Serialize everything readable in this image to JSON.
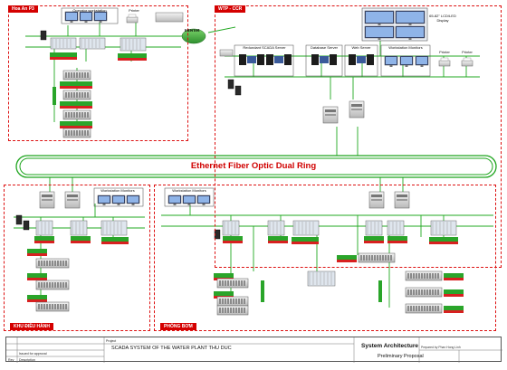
{
  "zones": {
    "hoa_an": "Hoa An P3",
    "wtp_ccr": "WTP - CCR",
    "khu_dieu_hanh": "KHU ĐIỀU HÀNH",
    "phong_bom": "PHÒNG BƠM"
  },
  "network": {
    "ring_title": "Ethernet Fiber Optic Dual Ring",
    "internet": "Internet"
  },
  "labels": {
    "operator_ws": "Operator workstation",
    "printer": "Printer",
    "redundant_scada": "Redundant SCADA Server",
    "database_server": "Database Server",
    "web_server": "Web Server",
    "workstation_monitors": "Workstation Monitors",
    "lcd_display": "65-82\" LCD/LED Display"
  },
  "title_block": {
    "project_label": "Project",
    "project_name": "SCADA SYSTEM OF THE WATER PLANT THU DUC",
    "title": "System Architecture",
    "subtitle": "Preliminary Proposal",
    "prepared": "Prepared by Phan Hong Linh",
    "issued": "Issued for approval",
    "rev": "Rev",
    "description": "Description"
  },
  "colors": {
    "zone_border": "#dd1111",
    "ring": "#1ea51e",
    "ring_text": "#d00000"
  }
}
